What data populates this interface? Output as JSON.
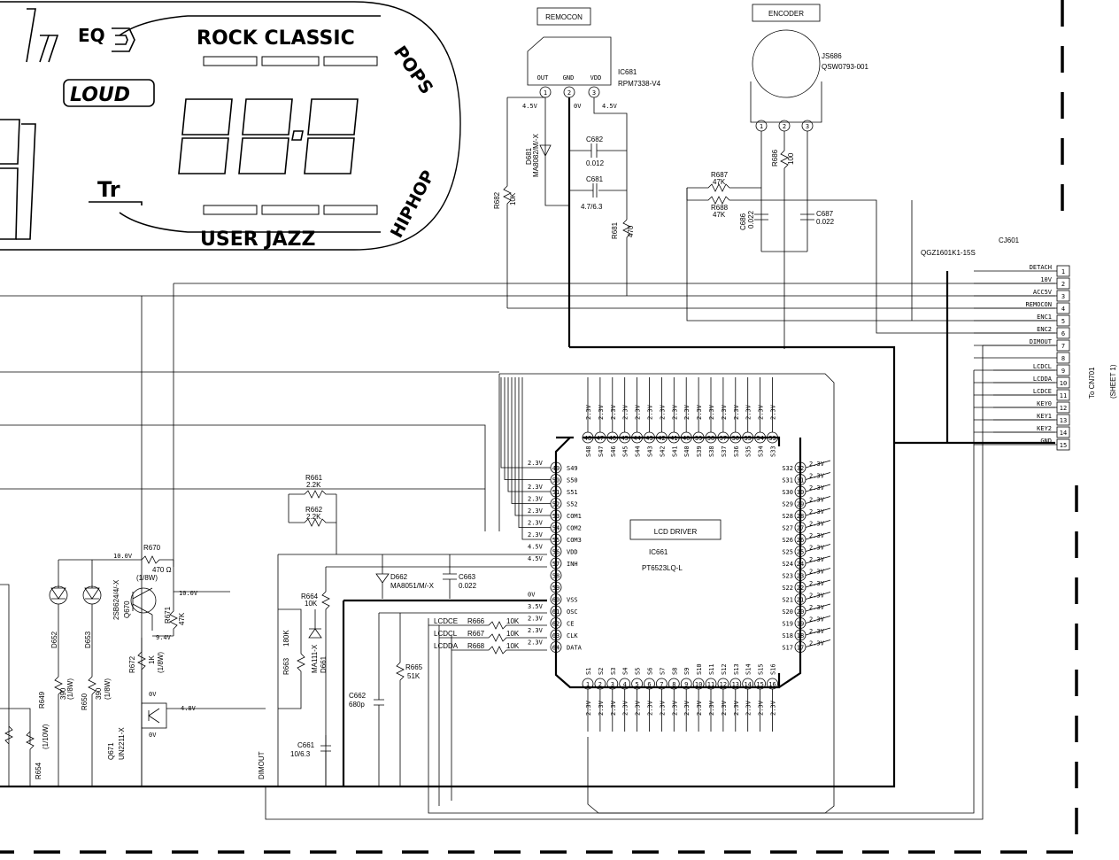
{
  "display": {
    "eq": "EQ",
    "loud": "LOUD",
    "tr": "Tr",
    "rock_classic": "ROCK CLASSIC",
    "pops": "POPS",
    "hiphop": "HIPHOP",
    "user_jazz": "USER JAZZ",
    "seven_seg": "88:8"
  },
  "remocon": {
    "box_label": "REMOCON",
    "ref": "IC681",
    "part": "RPM7338-V4",
    "pins": [
      "OUT",
      "GND",
      "VDD"
    ],
    "pin_nums": [
      "1",
      "2",
      "3"
    ],
    "voltages": [
      "4.5V",
      "0V",
      "4.5V"
    ]
  },
  "encoder": {
    "box_label": "ENCODER",
    "ref": "JS686",
    "part": "QSW0793-001",
    "pin_nums": [
      "1",
      "2",
      "3"
    ]
  },
  "components": {
    "d681": "D681",
    "d681_part": "MA8082/M/-X",
    "c682": "C682",
    "c682_val": "0.012",
    "c681": "C681",
    "c681_val": "4.7/6.3",
    "r682": "R682",
    "r682_val": "10K",
    "r681": "R681",
    "r681_val": "470",
    "r687": "R687",
    "r687_val": "47K",
    "r688": "R688",
    "r688_val": "47K",
    "r686": "R686",
    "r686_val": "100",
    "c686": "C686",
    "c686_val": "0.022",
    "c687": "C687",
    "c687_val": "0.022",
    "r661": "R661",
    "r661_val": "2.2K",
    "r662": "R662",
    "r662_val": "2.2K",
    "d662": "D662",
    "d662_part": "MA8051/M/-X",
    "c663": "C663",
    "c663_val": "0.022",
    "r664": "R664",
    "r664_val": "10K",
    "r663": "R663",
    "r663_val": "180K",
    "d661": "D661",
    "d661_part": "MA111-X",
    "r665": "R665",
    "r665_val": "51K",
    "c662": "C662",
    "c662_val": "680p",
    "c661": "C661",
    "c661_val": "10/6.3",
    "r666": "R666",
    "r667": "R667",
    "r668": "R668",
    "r_val": "10K",
    "r670": "R670",
    "r670_val": "470 Ω",
    "r670_w": "(1/8W)",
    "q670": "Q670",
    "q670_part": "2SB624/4/-X",
    "r671": "R671",
    "r671_val": "47K",
    "r672": "R672",
    "r672_val": "1K",
    "r672_w": "(1/8W)",
    "q671": "Q671",
    "q671_part": "UN2211-X",
    "d652": "D652",
    "d653": "D653",
    "r649": "R649",
    "r649_val": "390",
    "r649_w": "(1/8W)",
    "r650": "R650",
    "r650_val": "390",
    "r650_w": "(1/8W)",
    "r654": "R654",
    "r654_w": "(1/10W)",
    "v10": "10.0V",
    "v10b": "10.0V",
    "v94": "9.4V",
    "v0a": "0V",
    "v0b": "0V",
    "v48": "4.8V",
    "dimout": "DIMOUT"
  },
  "connector": {
    "ref": "CJ601",
    "part": "QGZ1601K1-15S",
    "to": "To CN701",
    "sheet": "(SHEET 1)",
    "pins": [
      "DETACH",
      "10V",
      "ACC5V",
      "REMOCON",
      "ENC1",
      "ENC2",
      "DIMOUT",
      "",
      "LCDCL",
      "LCDDA",
      "LCDCE",
      "KEY0",
      "KEY1",
      "KEY2",
      "GND"
    ],
    "nums": [
      "1",
      "2",
      "3",
      "4",
      "5",
      "6",
      "7",
      "8",
      "9",
      "10",
      "11",
      "12",
      "13",
      "14",
      "15"
    ]
  },
  "lcd": {
    "title": "LCD DRIVER",
    "ref": "IC661",
    "part": "PT6523LQ-L",
    "top_pins": [
      "S48",
      "S47",
      "S46",
      "S45",
      "S44",
      "S43",
      "S42",
      "S41",
      "S40",
      "S39",
      "S38",
      "S37",
      "S36",
      "S35",
      "S34",
      "S33"
    ],
    "top_nums": [
      "48",
      "47",
      "46",
      "45",
      "44",
      "43",
      "42",
      "41",
      "40",
      "39",
      "38",
      "37",
      "36",
      "35",
      "34",
      "33"
    ],
    "bottom_pins": [
      "S1",
      "S2",
      "S3",
      "S4",
      "S5",
      "S6",
      "S7",
      "S8",
      "S9",
      "S10",
      "S11",
      "S12",
      "S13",
      "S14",
      "S15",
      "S16"
    ],
    "bottom_nums": [
      "1",
      "2",
      "3",
      "4",
      "5",
      "6",
      "7",
      "8",
      "9",
      "10",
      "11",
      "12",
      "13",
      "14",
      "15",
      "16"
    ],
    "right_pins": [
      "S32",
      "S31",
      "S30",
      "S29",
      "S28",
      "S27",
      "S26",
      "S25",
      "S24",
      "S23",
      "S22",
      "S21",
      "S20",
      "S19",
      "S18",
      "S17"
    ],
    "right_nums": [
      "32",
      "31",
      "30",
      "29",
      "28",
      "27",
      "26",
      "25",
      "24",
      "23",
      "22",
      "21",
      "20",
      "19",
      "18",
      "17"
    ],
    "left_pins": [
      "S49",
      "S50",
      "S51",
      "S52",
      "COM1",
      "COM2",
      "COM3",
      "VDD",
      "INH",
      "",
      "",
      "VSS",
      "OSC",
      "CE",
      "CLK",
      "DATA"
    ],
    "left_nums": [
      "49",
      "50",
      "51",
      "52",
      "53",
      "54",
      "55",
      "56",
      "57",
      "58",
      "59",
      "60",
      "61",
      "62",
      "63",
      "64"
    ],
    "left_volts": [
      "2.3V",
      "",
      "2.3V",
      "2.3V",
      "2.3V",
      "2.3V",
      "2.3V",
      "4.5V",
      "4.5V",
      "",
      "",
      "0V",
      "3.5V",
      "2.3V",
      "2.3V",
      "2.3V"
    ],
    "seg_volt": "2.3V",
    "signals": [
      "LCDCE",
      "LCDCL",
      "LCDDA"
    ]
  }
}
